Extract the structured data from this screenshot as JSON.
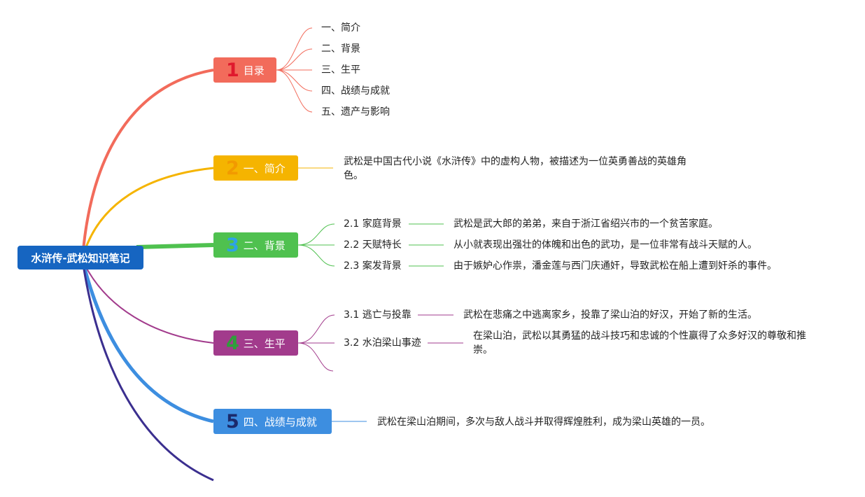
{
  "root": "水浒传-武松知识笔记",
  "colors": {
    "root": "#1665c1",
    "branch1": "#f26b5b",
    "branch2": "#f5b400",
    "branch3": "#4fc14f",
    "branch4": "#a23b8c",
    "branch5": "#3d8ee0",
    "branch6": "#3b2f8f",
    "num1": "#e0182d",
    "num2": "#f29a00",
    "num3": "#2ea3e6",
    "num4": "#2e9f3a",
    "num5": "#1b2a6b"
  },
  "branches": [
    {
      "num": "1",
      "label": "目录",
      "children": [
        "一、简介",
        "二、背景",
        "三、生平",
        "四、战绩与成就",
        "五、遗产与影响"
      ]
    },
    {
      "num": "2",
      "label": "一、简介",
      "detail": "武松是中国古代小说《水浒传》中的虚构人物，被描述为一位英勇善战的英雄角色。"
    },
    {
      "num": "3",
      "label": "二、背景",
      "children": [
        {
          "label": "2.1 家庭背景",
          "detail": "武松是武大郎的弟弟，来自于浙江省绍兴市的一个贫苦家庭。"
        },
        {
          "label": "2.2 天赋特长",
          "detail": "从小就表现出强壮的体魄和出色的武功，是一位非常有战斗天赋的人。"
        },
        {
          "label": "2.3 案发背景",
          "detail": "由于嫉妒心作祟，潘金莲与西门庆通奸，导致武松在船上遭到奸杀的事件。"
        }
      ]
    },
    {
      "num": "4",
      "label": "三、生平",
      "children": [
        {
          "label": "3.1 逃亡与投靠",
          "detail": "武松在悲痛之中逃离家乡，投靠了梁山泊的好汉，开始了新的生活。"
        },
        {
          "label": "3.2 水泊梁山事迹",
          "detail": "在梁山泊，武松以其勇猛的战斗技巧和忠诚的个性赢得了众多好汉的尊敬和推崇。"
        }
      ]
    },
    {
      "num": "5",
      "label": "四、战绩与成就",
      "detail": "武松在梁山泊期间，多次与敌人战斗并取得辉煌胜利，成为梁山英雄的一员。"
    }
  ]
}
